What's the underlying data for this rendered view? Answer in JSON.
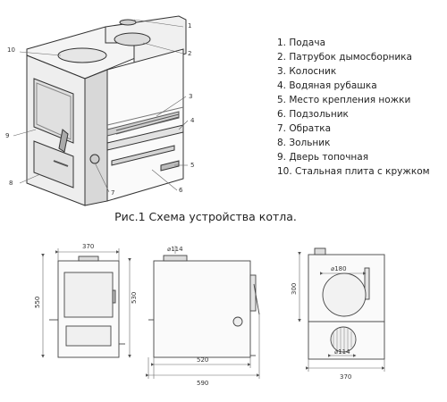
{
  "legend": [
    "1. Подача",
    "2. Патрубок дымосборника",
    "3. Колосник",
    "4. Водяная рубашка",
    "5. Место крепления ножки",
    "6. Подзольник",
    "7. Обратка",
    "8. Зольник",
    "9. Дверь топочная",
    "10. Стальная плита с кружком"
  ],
  "caption": "Рис.1 Схема устройства котла.",
  "callouts": {
    "c1": "1",
    "c2": "2",
    "c3": "3",
    "c4": "4",
    "c5": "5",
    "c6": "6",
    "c7": "7",
    "c8": "8",
    "c9": "9",
    "c10": "10"
  },
  "dimensions": {
    "front_width": "370",
    "front_height_outer": "550",
    "front_height_inner": "530",
    "side_pipe": "⌀114",
    "side_depth": "520",
    "side_total": "590",
    "rear_height": "300",
    "rear_top_pipe": "⌀180",
    "rear_bottom_pipe": "⌀114",
    "rear_width": "370"
  }
}
